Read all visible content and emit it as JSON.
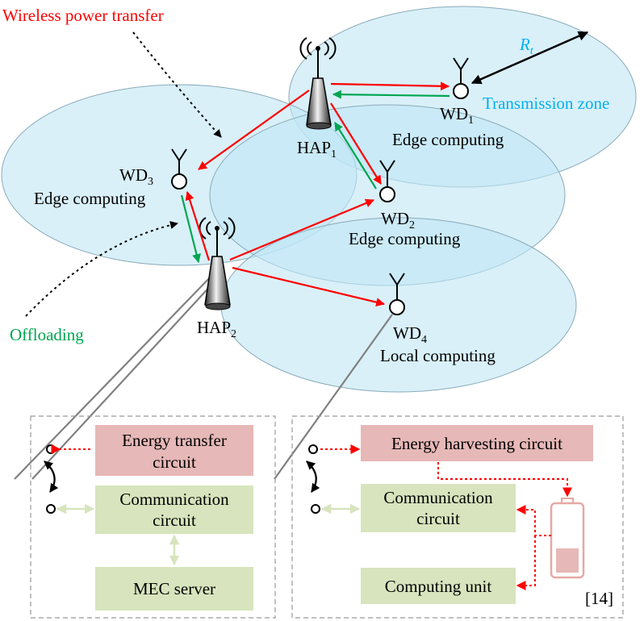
{
  "annotations": {
    "wireless_power_transfer": "Wireless power transfer",
    "offloading": "Offloading",
    "transmission_zone": "Transmission zone",
    "radius_symbol": "R",
    "radius_subscript": "t",
    "citation": "[14]"
  },
  "haps": [
    {
      "name": "HAP",
      "index": "1"
    },
    {
      "name": "HAP",
      "index": "2"
    }
  ],
  "devices": [
    {
      "name": "WD",
      "index": "1",
      "mode": "Edge computing"
    },
    {
      "name": "WD",
      "index": "2",
      "mode": "Edge computing"
    },
    {
      "name": "WD",
      "index": "3",
      "mode": "Edge computing"
    },
    {
      "name": "WD",
      "index": "4",
      "mode": "Local computing"
    }
  ],
  "hap_panel": {
    "energy_transfer_line1": "Energy transfer",
    "energy_transfer_line2": "circuit",
    "communication_line1": "Communication",
    "communication_line2": "circuit",
    "mec_server": "MEC server"
  },
  "wd_panel": {
    "energy_harvesting": "Energy harvesting circuit",
    "communication_line1": "Communication",
    "communication_line2": "circuit",
    "computing_unit": "Computing unit"
  },
  "colors": {
    "power_arrow": "#ff0000",
    "offload_arrow": "#00a651",
    "zone_fill": "#bfe6f5",
    "zone_stroke": "#8aaab8",
    "energy_box": "#e6b8b7",
    "comm_box": "#d7e4bd",
    "battery_stroke": "#e6a9a4",
    "zone_label": "#00b0f0"
  }
}
